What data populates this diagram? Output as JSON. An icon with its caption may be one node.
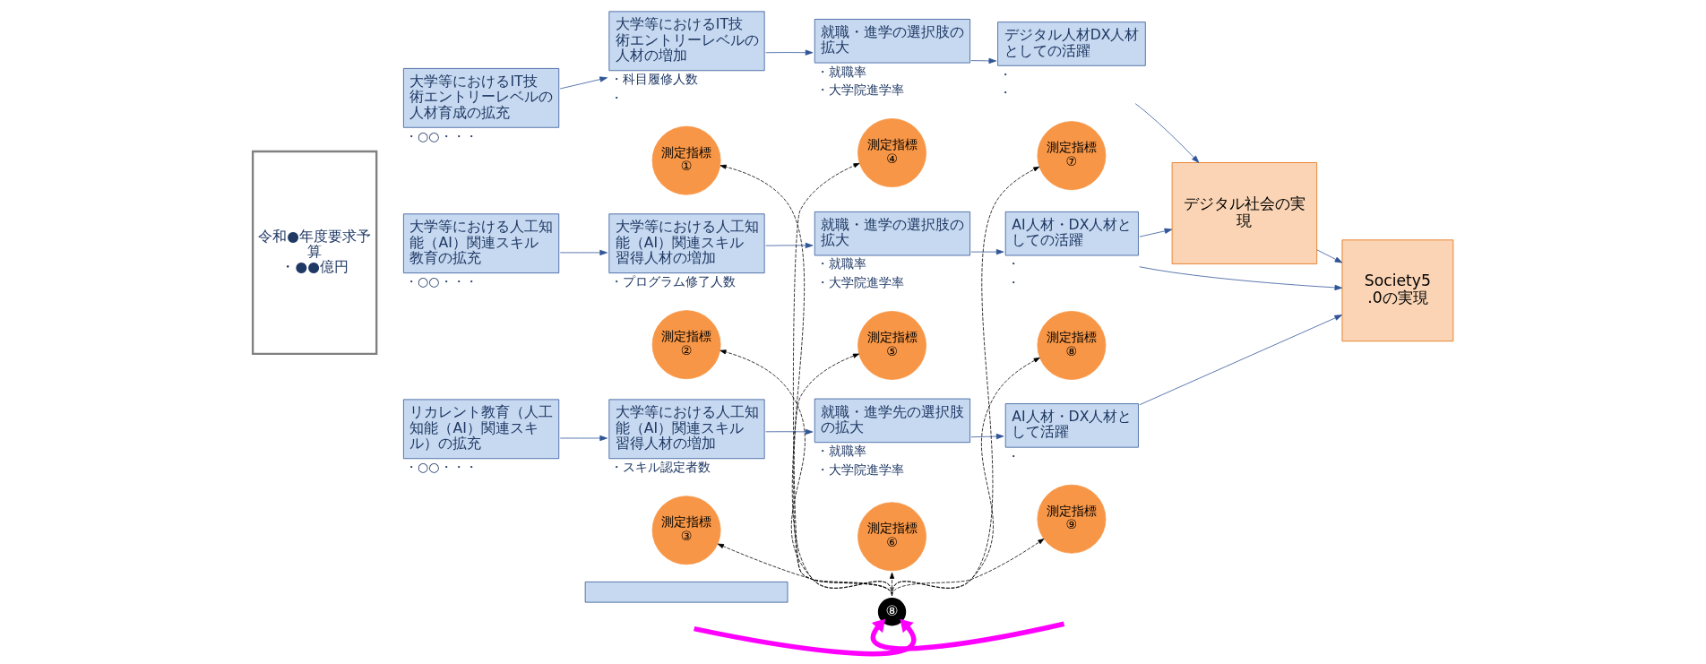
{
  "diagram": {
    "nodes": [
      {
        "text": [
          "令和●年度要求予算",
          "・●●億円"
        ]
      },
      {
        "text": [
          "大学等におけるIT技術エントリーレベルの人材育成の拡充"
        ],
        "beside": [
          "・○○・・・"
        ]
      },
      {
        "text": [
          "大学等におけるIT技術エントリーレベルの人材の増加"
        ],
        "beside": [
          "・科目履修人数",
          "・"
        ]
      },
      {
        "text": [
          "測定指標",
          "①"
        ]
      },
      {
        "text": [
          "就職・進学の選択肢の拡大"
        ],
        "beside": [
          "・就職率",
          "・大学院進学率"
        ]
      },
      {
        "text": [
          "測定指標",
          "④"
        ]
      },
      {
        "text": [
          "デジタル人材DX人材としての活躍"
        ],
        "beside": [
          "・",
          "・"
        ]
      },
      {
        "text": [
          "測定指標",
          "⑦"
        ]
      },
      {
        "text": [
          "デジタル社会の実現"
        ]
      },
      {
        "text": [
          "大学等における人工知能（AI）関連スキル教育の拡充"
        ],
        "beside": [
          "・○○・・・"
        ]
      },
      {
        "text": [
          "大学等における人工知能（AI）関連スキル習得人材の増加"
        ],
        "beside": [
          "・プログラム修了人数"
        ]
      },
      {
        "text": [
          "測定指標",
          "②"
        ]
      },
      {
        "text": [
          "就職・進学の選択肢の拡大"
        ],
        "beside": [
          "・就職率",
          "・大学院進学率"
        ]
      },
      {
        "text": [
          "測定指標",
          "⑤"
        ]
      },
      {
        "text": [
          "AI人材・DX人材としての活躍"
        ],
        "beside": [
          "・",
          "・"
        ]
      },
      {
        "text": [
          "測定指標",
          "⑧"
        ]
      },
      {
        "text": [
          "リカレント教育（人工知能（AI）関連スキル）の拡充"
        ],
        "beside": [
          "・○○・・・"
        ]
      },
      {
        "text": [
          "大学等における人工知能（AI）関連スキル習得人材の増加"
        ],
        "beside": [
          "・スキル認定者数"
        ]
      },
      {
        "text": [
          "測定指標",
          "③"
        ]
      },
      {
        "text": [
          "就職・進学先の選択肢の拡大"
        ],
        "beside": [
          "・就職率",
          "・大学院進学率"
        ]
      },
      {
        "text": [
          "測定指標",
          "⑥"
        ]
      },
      {
        "text": [
          "AI人材・DX人材として活躍"
        ],
        "beside": [
          "・"
        ]
      },
      {
        "text": [
          "測定指標",
          "⑨"
        ]
      },
      {
        "text": [
          "Society5.0の実現"
        ]
      },
      {
        "text": [
          "⑧"
        ]
      },
      {
        "text": [],
        "shape": "box"
      }
    ],
    "edges": [
      {
        "from": 1,
        "to": 2,
        "arrow": "to"
      },
      {
        "from": 2,
        "to": 4,
        "arrow": "to"
      },
      {
        "from": 4,
        "to": 6,
        "arrow": "to"
      },
      {
        "from": 6,
        "to": 8,
        "arrow": "to"
      },
      {
        "from": 9,
        "to": 10,
        "arrow": "to"
      },
      {
        "from": 10,
        "to": 12,
        "arrow": "to"
      },
      {
        "from": 12,
        "to": 14,
        "arrow": "to"
      },
      {
        "from": 14,
        "to": 8,
        "arrow": "to"
      },
      {
        "from": 14,
        "to": 23,
        "arrow": "to"
      },
      {
        "from": 16,
        "to": 17,
        "arrow": "to"
      },
      {
        "from": 17,
        "to": 19,
        "arrow": "to"
      },
      {
        "from": 19,
        "to": 21,
        "arrow": "to"
      },
      {
        "from": 21,
        "to": 23,
        "arrow": "to"
      },
      {
        "from": 8,
        "to": 23,
        "arrow": "to"
      },
      {
        "from": 24,
        "to": 3,
        "arrow": "to",
        "style": "dashed",
        "color": "#000000"
      },
      {
        "from": 24,
        "to": 11,
        "arrow": "to",
        "style": "dashed",
        "color": "#000000"
      },
      {
        "from": 24,
        "to": 18,
        "arrow": "to",
        "style": "dashed",
        "color": "#000000"
      },
      {
        "from": 24,
        "to": 5,
        "arrow": "to",
        "style": "dashed",
        "color": "#000000"
      },
      {
        "from": 24,
        "to": 13,
        "arrow": "to",
        "style": "dashed",
        "color": "#000000"
      },
      {
        "from": 24,
        "to": 20,
        "arrow": "to",
        "style": "dashed",
        "color": "#000000"
      },
      {
        "from": 24,
        "to": 7,
        "arrow": "to",
        "style": "dashed",
        "color": "#000000"
      },
      {
        "from": 24,
        "to": 15,
        "arrow": "to",
        "style": "dashed",
        "color": "#000000"
      },
      {
        "from": 24,
        "to": 22,
        "arrow": "to",
        "style": "dashed",
        "color": "#000000"
      },
      {
        "from": null,
        "to": 24,
        "arrow": "to",
        "style": "thick",
        "color": "#ff00ff"
      },
      {
        "from": null,
        "to": 24,
        "arrow": "to",
        "style": "thick",
        "color": "#ff00ff"
      }
    ]
  }
}
